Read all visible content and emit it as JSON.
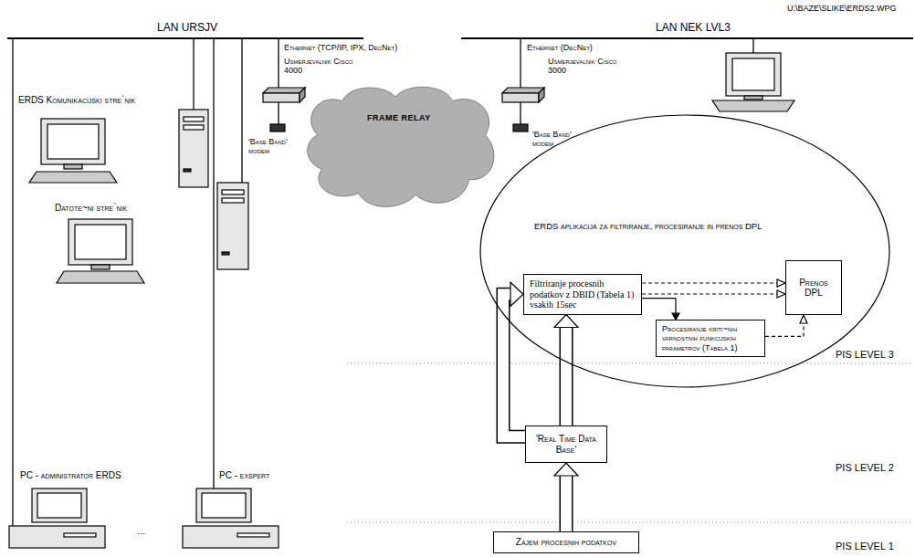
{
  "diagram": {
    "nodes": [
      {
        "text": [
          "FRAME RELAY"
        ]
      },
      {
        "text": [
          "ERDS aplikacija za filtriranje, procesiranje in prenos DPL"
        ]
      },
      {
        "text": [
          "Filtriranje procesnih podatkov z DBID (Tabela 1) vsakih 15sec"
        ],
        "in": 1
      },
      {
        "text": [
          "Procesiranje kriti~nih varnostnih funkcijskih parametrov (Tabela 1)"
        ],
        "in": 1
      },
      {
        "text": [
          "Prenos DPL"
        ],
        "in": 1
      },
      {
        "text": [
          "'Real Time Data Base'"
        ]
      },
      {
        "text": [
          "Zajem procesnih podatkov"
        ]
      }
    ],
    "edges": [
      {
        "from": 6,
        "to": 5,
        "arrow": "to"
      },
      {
        "from": 5,
        "to": 2,
        "arrow": "to"
      },
      {
        "from": 5,
        "to": 2,
        "arrow": "to"
      },
      {
        "from": 2,
        "to": 3,
        "arrow": "to"
      },
      {
        "from": 2,
        "to": 4,
        "arrow": "to"
      },
      {
        "from": 2,
        "to": 4,
        "arrow": "to"
      },
      {
        "from": 3,
        "to": 4,
        "arrow": "to"
      }
    ],
    "labels": [
      "U:\\BAZE\\SLIKE\\ERDS2.WPG",
      "LAN URSJV",
      "LAN NEK LVL3",
      "Ethernet (TCP/IP, IPX, DecNet)",
      "Usmerjevalnik Cisco 4000",
      "'Base Band' modem",
      "Ethernet (DecNet)",
      "Usmerjevalnik Cisco 3000",
      "'Base Band' modem",
      "ERDS Komunikacijski stre`nik",
      "Datote~ni stre`nik",
      "PC - administrator ERDS",
      "PC - exspert",
      "...",
      "PIS LEVEL 3",
      "PIS LEVEL 2",
      "PIS LEVEL 1"
    ]
  }
}
